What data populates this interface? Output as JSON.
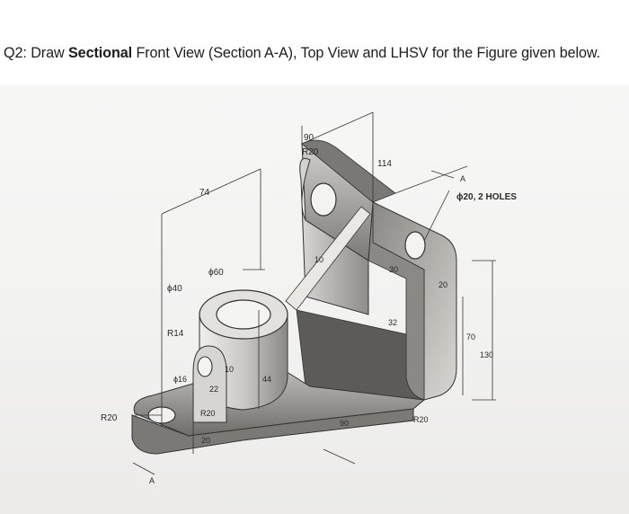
{
  "question": {
    "prefix": "Q2: Draw ",
    "bold": "Sectional",
    "suffix": " Front View (Section A-A), Top View and LHSV for the Figure given below."
  },
  "drawing": {
    "dimensions": {
      "d74": "74",
      "d90_top": "90",
      "r20_top": "R20",
      "d114": "114",
      "holes": "ϕ20, 2 HOLES",
      "phi60": "ϕ60",
      "phi40": "ϕ40",
      "d10": "10",
      "d30": "30",
      "d20_right": "20",
      "d32": "32",
      "d70": "70",
      "d130": "130",
      "r14": "R14",
      "phi16": "ϕ16",
      "d22": "22",
      "d10_small": "10",
      "d44": "44",
      "r20_left": "R20",
      "r20_bottom": "R20",
      "d20_bottom": "20",
      "d90_bottom": "90",
      "r20_right": "R20",
      "section_a_left": "A",
      "section_a_right": "A"
    }
  }
}
